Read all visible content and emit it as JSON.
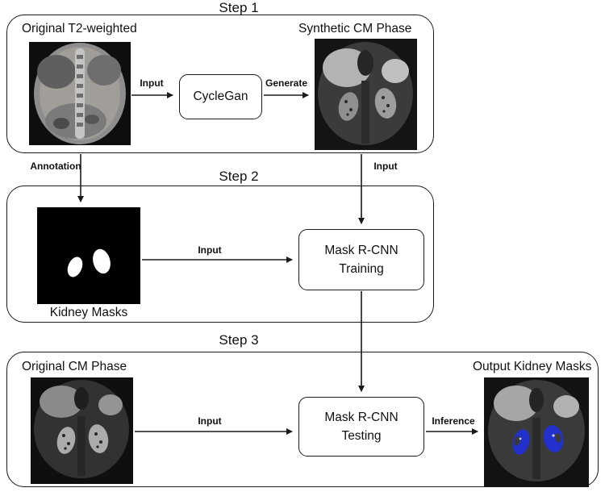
{
  "diagram": {
    "step1": {
      "title": "Step 1",
      "left_label": "Original T2-weighted",
      "right_label": "Synthetic CM Phase",
      "box_label": "CycleGan",
      "input_arrow": "Input",
      "output_arrow": "Generate"
    },
    "bridge": {
      "annotation_arrow": "Annotation",
      "input_arrow": "Input"
    },
    "step2": {
      "title": "Step 2",
      "mask_caption": "Kidney Masks",
      "input_arrow": "Input",
      "box_line1": "Mask R-CNN",
      "box_line2": "Training"
    },
    "step3": {
      "title": "Step 3",
      "left_label": "Original CM Phase",
      "right_label": "Output Kidney Masks",
      "input_arrow": "Input",
      "output_arrow": "Inference",
      "box_line1": "Mask R-CNN",
      "box_line2": "Testing"
    },
    "images": {
      "t2": "coronal-t2-mri",
      "synthetic_cm": "synthetic-cm-phase-mri",
      "kidney_mask": "binary-kidney-masks",
      "original_cm": "original-cm-phase-mri",
      "output_mask": "cm-phase-mri-blue-kidney-overlay"
    },
    "colors": {
      "line": "#1a1a1a",
      "overlay_blue": "#2230cc"
    }
  }
}
